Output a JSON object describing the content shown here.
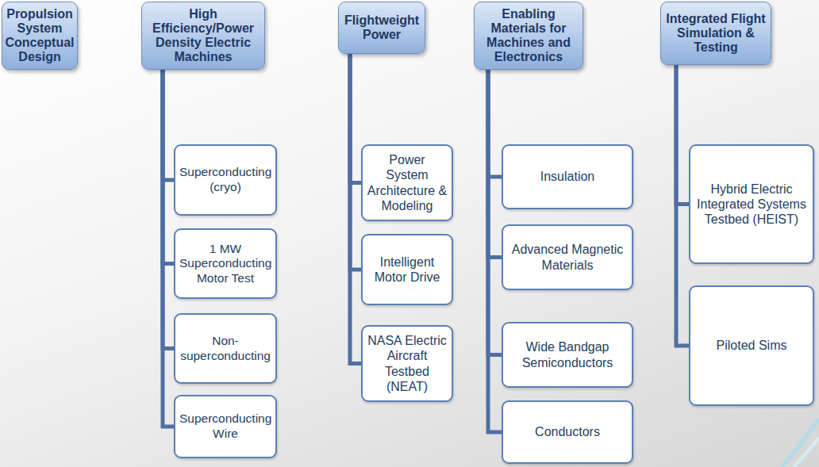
{
  "diagram": {
    "nodes": [
      {
        "text": [
          "Propulsion System Conceptual Design"
        ]
      },
      {
        "text": [
          "High Efficiency/Power Density Electric Machines"
        ]
      },
      {
        "text": [
          "Superconducting (cryo)"
        ]
      },
      {
        "text": [
          "1 MW Superconducting Motor Test"
        ]
      },
      {
        "text": [
          "Non-superconducting"
        ]
      },
      {
        "text": [
          "Superconducting Wire"
        ]
      },
      {
        "text": [
          "Flightweight Power"
        ]
      },
      {
        "text": [
          "Power System Architecture & Modeling"
        ]
      },
      {
        "text": [
          "Intelligent Motor Drive"
        ]
      },
      {
        "text": [
          "NASA Electric Aircraft Testbed (NEAT)"
        ]
      },
      {
        "text": [
          "Enabling Materials for Machines and Electronics"
        ]
      },
      {
        "text": [
          "Insulation"
        ]
      },
      {
        "text": [
          "Advanced Magnetic Materials"
        ]
      },
      {
        "text": [
          "Wide Bandgap Semiconductors"
        ]
      },
      {
        "text": [
          "Conductors"
        ]
      },
      {
        "text": [
          "Integrated Flight Simulation & Testing"
        ]
      },
      {
        "text": [
          "Hybrid Electric Integrated Systems Testbed (HEIST)"
        ]
      },
      {
        "text": [
          "Piloted Sims"
        ]
      }
    ],
    "edges": [
      {
        "from": 1,
        "to": 2,
        "arrow": "none"
      },
      {
        "from": 1,
        "to": 3,
        "arrow": "none"
      },
      {
        "from": 1,
        "to": 4,
        "arrow": "none"
      },
      {
        "from": 1,
        "to": 5,
        "arrow": "none"
      },
      {
        "from": 6,
        "to": 7,
        "arrow": "none"
      },
      {
        "from": 6,
        "to": 8,
        "arrow": "none"
      },
      {
        "from": 6,
        "to": 9,
        "arrow": "none"
      },
      {
        "from": 10,
        "to": 11,
        "arrow": "none"
      },
      {
        "from": 10,
        "to": 12,
        "arrow": "none"
      },
      {
        "from": 10,
        "to": 13,
        "arrow": "none"
      },
      {
        "from": 10,
        "to": 14,
        "arrow": "none"
      },
      {
        "from": 15,
        "to": 16,
        "arrow": "none"
      },
      {
        "from": 15,
        "to": 17,
        "arrow": "none"
      }
    ]
  }
}
